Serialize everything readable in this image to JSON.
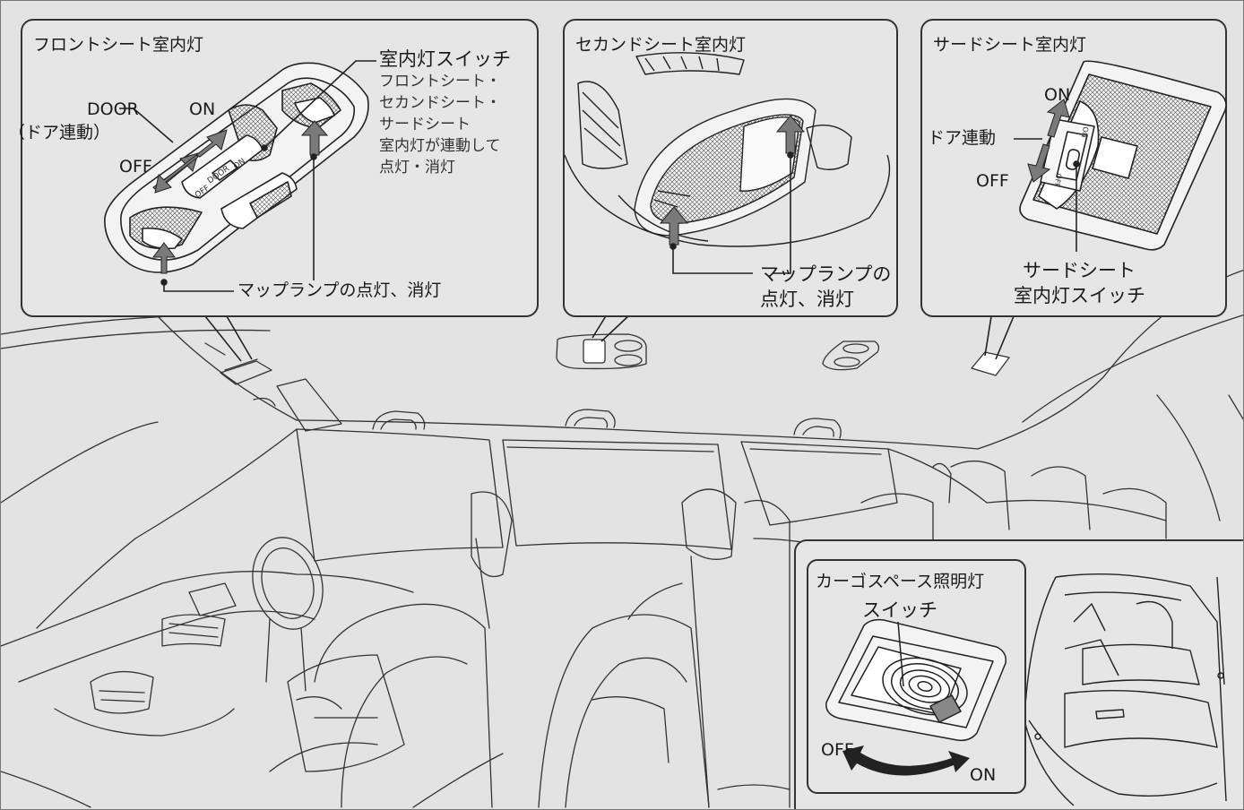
{
  "panels": {
    "front": {
      "title": "フロントシート室内灯",
      "switch_label": "室内灯スイッチ",
      "switch_desc": [
        "フロントシート・",
        "セカンドシート・",
        "サードシート",
        "室内灯が連動して",
        "点灯・消灯"
      ],
      "door": "DOOR",
      "door_jp": "（ドア連動）",
      "on": "ON",
      "off": "OFF",
      "map_lamp": "マップランプの点灯、消灯",
      "sw_on": "ON",
      "sw_door": "DOOR",
      "sw_off": "OFF"
    },
    "second": {
      "title": "セカンドシート室内灯",
      "map_lamp_1": "マップランプの",
      "map_lamp_2": "点灯、消灯"
    },
    "third": {
      "title": "サードシート室内灯",
      "on": "ON",
      "door": "ドア連動",
      "off": "OFF",
      "switch_1": "サードシート",
      "switch_2": "室内灯スイッチ",
      "sw_on": "ON",
      "sw_off": "OFF"
    },
    "cargo": {
      "title": "カーゴスペース照明灯",
      "switch": "スイッチ",
      "off": "OFF",
      "on": "ON"
    }
  },
  "colors": {
    "background": "#e3e3e3",
    "panel": "#e6e6e6",
    "arrow": "#7a7a7a",
    "line": "#222222"
  }
}
